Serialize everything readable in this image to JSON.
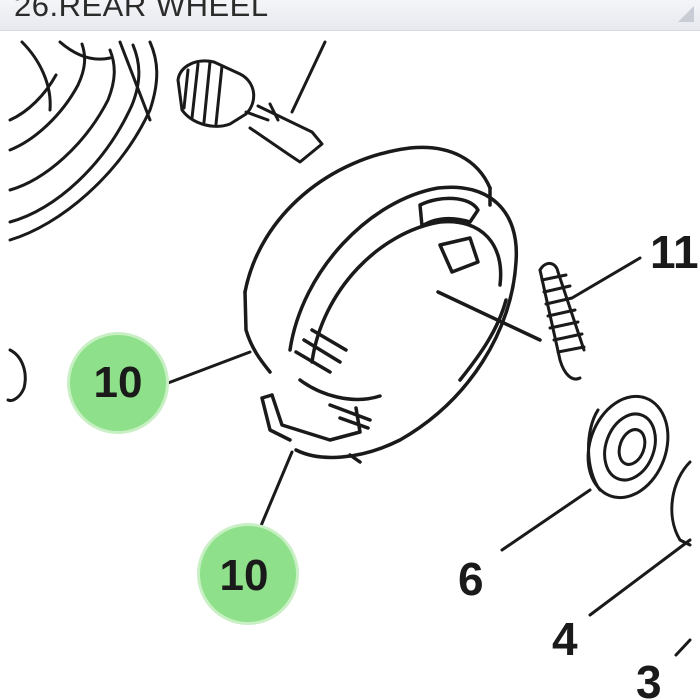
{
  "header": {
    "title": "26.REAR WHEEL"
  },
  "callouts": {
    "highlighted": [
      "10",
      "10"
    ],
    "plain": [
      "11",
      "6",
      "4",
      "3"
    ]
  },
  "colors": {
    "highlight_fill": "#8fe08a",
    "highlight_ring": "#c8f0c4",
    "ink": "#1a1a1a",
    "header_bg": "#eceef3"
  }
}
